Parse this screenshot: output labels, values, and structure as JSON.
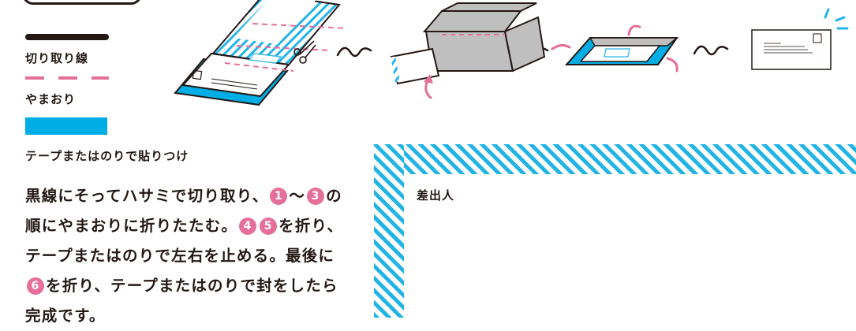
{
  "legend": {
    "cut_label": "切り取り線",
    "fold_label": "やまおり",
    "tape_label": "テープまたはのりで貼りつけ"
  },
  "instructions": {
    "line1_a": "黒線にそってハサミで切り取り、",
    "num1": "1",
    "tilde": "〜",
    "num3": "3",
    "line1_b": "の",
    "line2": "順にやまおりに折りたたむ。",
    "num4": "4",
    "num5": "5",
    "line2_b": "を折り、",
    "line3": "テープまたはのりで左右を止める。最後に",
    "num6": "6",
    "line4": "を折り、テープまたはのりで封をしたら",
    "line5": "完成です。"
  },
  "sender": {
    "label": "差出人"
  },
  "colors": {
    "ink": "#231815",
    "pink": "#e4709a",
    "blue": "#00aee6"
  },
  "icons": [
    "scissors-icon",
    "squiggle-arrow-icon",
    "curved-arrow-icon",
    "postage-stamp-icon"
  ]
}
